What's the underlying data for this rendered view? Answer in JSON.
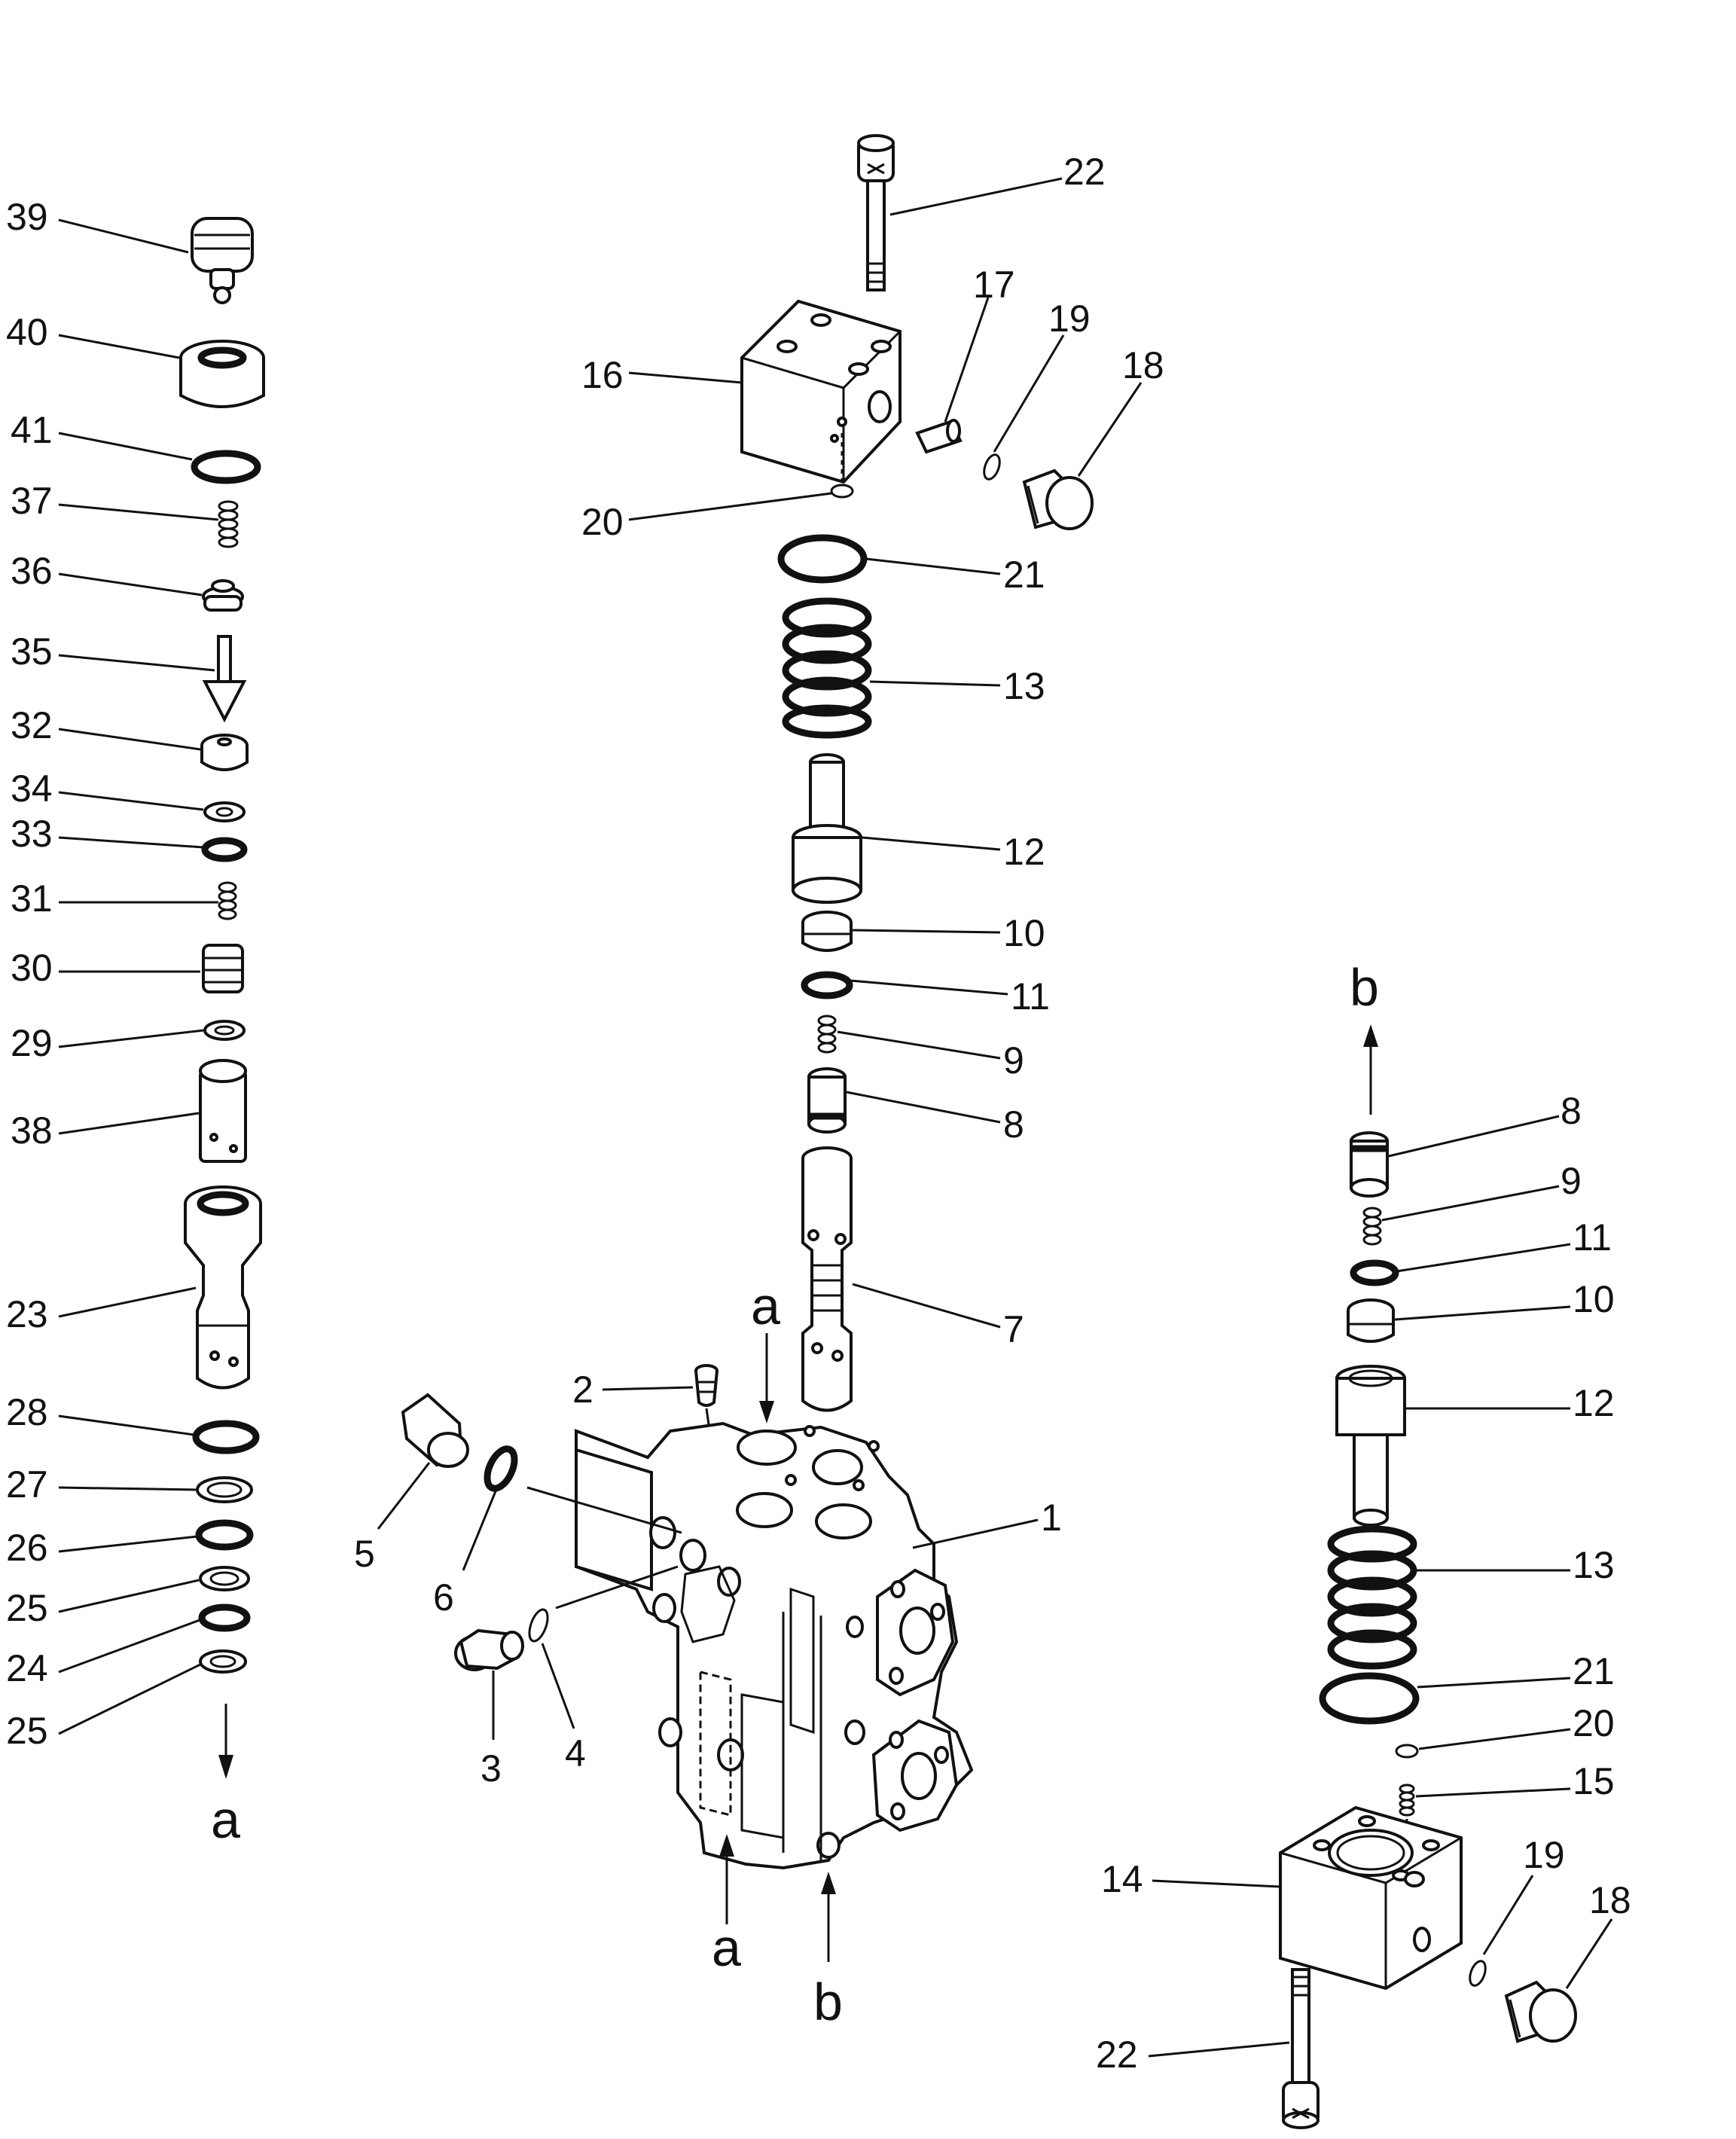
{
  "callouts": {
    "c39": "39",
    "c40": "40",
    "c41": "41",
    "c37": "37",
    "c36": "36",
    "c35": "35",
    "c32": "32",
    "c34": "34",
    "c33": "33",
    "c31": "31",
    "c30": "30",
    "c29": "29",
    "c38": "38",
    "c23": "23",
    "c28": "28",
    "c27": "27",
    "c26": "26",
    "c25a": "25",
    "c24": "24",
    "c25b": "25",
    "m22": "22",
    "m16": "16",
    "m17": "17",
    "m19": "19",
    "m18": "18",
    "m20": "20",
    "m21": "21",
    "m13": "13",
    "m12": "12",
    "m10": "10",
    "m11": "11",
    "m9": "9",
    "m8": "8",
    "m7": "7",
    "m2": "2",
    "m1": "1",
    "m5": "5",
    "m6": "6",
    "m3": "3",
    "m4": "4",
    "r8": "8",
    "r9": "9",
    "r11": "11",
    "r10": "10",
    "r12": "12",
    "r13": "13",
    "r21": "21",
    "r20": "20",
    "r15": "15",
    "r14": "14",
    "r19": "19",
    "r18": "18",
    "r22": "22"
  },
  "flow_markers": {
    "left_a": "a",
    "top_a": "a",
    "bottom_a": "a",
    "bottom_b": "b",
    "right_b": "b"
  }
}
